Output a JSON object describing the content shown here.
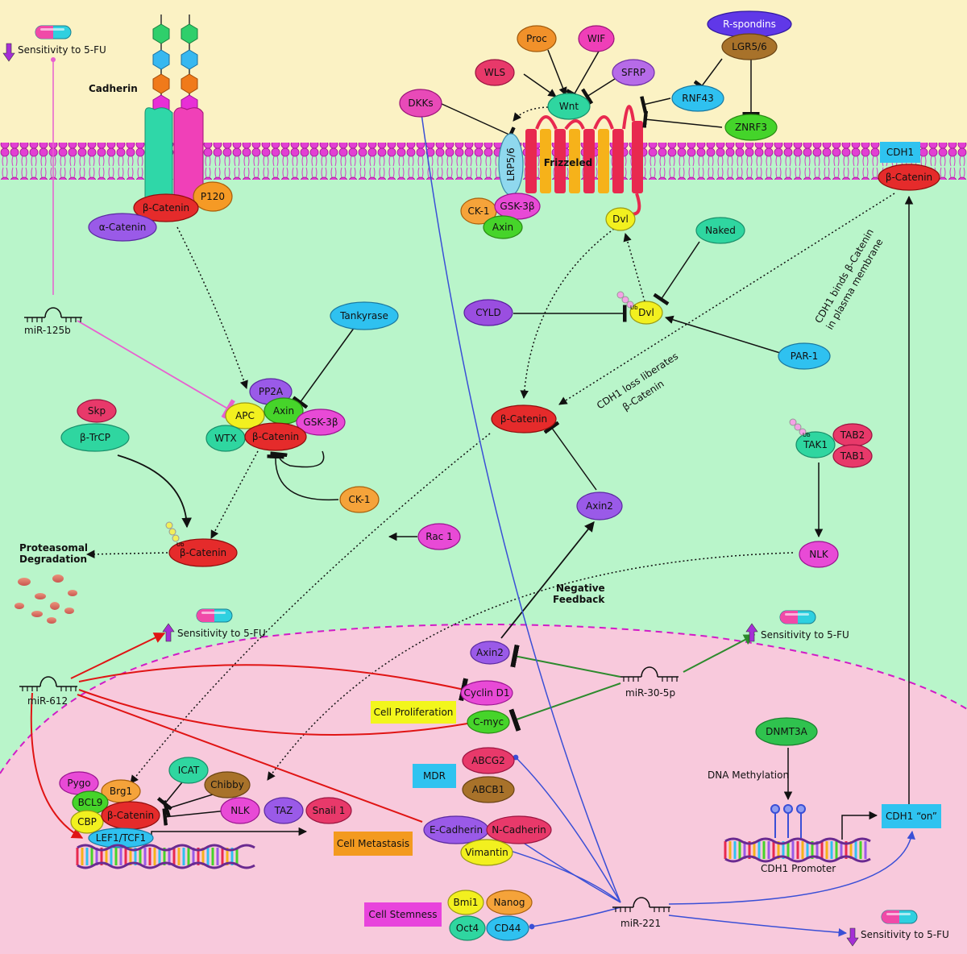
{
  "colors": {
    "extracellular": "#fbf2c4",
    "cytoplasm": "#b9f5ca",
    "nucleus": "#f8c9dc",
    "nucleus_border": "#d11bc6",
    "red_arrow": "#e01414",
    "green_arrow": "#2d8a2d",
    "blue_arrow": "#3a4fd6",
    "pink_line": "#e85fd0"
  },
  "sensitivity": {
    "top_left": "Sensitivity to 5-FU",
    "mid_left": "Sensitivity to 5-FU",
    "mid_right": "Sensitivity to 5-FU",
    "bottom_right": "Sensitivity to 5-FU"
  },
  "labels": {
    "cadherin": "Cadherin",
    "proteasomal": "Proteasomal",
    "degradation": "Degradation",
    "negative": "Negative",
    "feedback": "Feedback",
    "dna_methylation": "DNA Methylation",
    "cdh1_promoter": "CDH1 Promoter",
    "cdh1_binds_1": "CDH1 binds β-Catenin",
    "cdh1_binds_2": "in plasma membrane",
    "cdh1_loss_1": "CDH1 loss liberates",
    "cdh1_loss_2": "β-Catenin",
    "ub": "Ub"
  },
  "mirnas": {
    "mir125b": "miR-125b",
    "mir612": "miR-612",
    "mir305p": "miR-30-5p",
    "mir221": "miR-221"
  },
  "boxes": {
    "cell_proliferation": "Cell Proliferation",
    "mdr": "MDR",
    "cell_metastasis": "Cell Metastasis",
    "cell_stemness": "Cell Stemness",
    "cdh1_on": "CDH1 “on”",
    "cdh1_top": "CDH1"
  },
  "nodes": {
    "p120": "P120",
    "bcat_cadherin": "β-Catenin",
    "acat": "α-Catenin",
    "proc": "Proc",
    "wif": "WIF",
    "wls": "WLS",
    "sfrp": "SFRP",
    "wnt": "Wnt",
    "dkks": "DKKs",
    "rspondins": "R-spondins",
    "lgr": "LGR5/6",
    "rnf43": "RNF43",
    "znrf3": "ZNRF3",
    "lrp": "LRP5/6",
    "frizzeled": "Frizzeled",
    "ck1_top": "CK-1",
    "gsk_top": "GSK-3β",
    "axin_top": "Axin",
    "dvl_top": "Dvl",
    "bcat_mem": "β-Catenin",
    "naked": "Naked",
    "cyld": "CYLD",
    "dvl_mid": "Dvl",
    "par1": "PAR-1",
    "tankyrase": "Tankyrase",
    "pp2a": "PP2A",
    "apc": "APC",
    "axin_c": "Axin",
    "gsk_c": "GSK-3β",
    "wtx": "WTX",
    "bcat_c": "β-Catenin",
    "skp": "Skp",
    "btrcp": "β-TrCP",
    "ck1_c": "CK-1",
    "bcat_free": "β-Catenin",
    "tak1": "TAK1",
    "tab2": "TAB2",
    "tab1": "TAB1",
    "axin2_c": "Axin2",
    "rac1": "Rac 1",
    "bcat_ub": "β-Catenin",
    "nlk_c": "NLK",
    "axin2_n": "Axin2",
    "cyclind1": "Cyclin D1",
    "cmyc": "C-myc",
    "dnmt3a": "DNMT3A",
    "icat": "ICAT",
    "chibby": "Chibby",
    "pygo": "Pygo",
    "brg1": "Brg1",
    "bcl9": "BCL9",
    "cbp": "CBP",
    "bcat_n": "β-Catenin",
    "lef": "LEF1/TCF1",
    "nlk_n": "NLK",
    "taz": "TAZ",
    "snail": "Snail 1",
    "abcg2": "ABCG2",
    "abcb1": "ABCB1",
    "ecad": "E-Cadherin",
    "ncad": "N-Cadherin",
    "vim": "Vimantin",
    "bmi1": "Bmi1",
    "nanog": "Nanog",
    "oct4": "Oct4",
    "cd44": "CD44"
  }
}
